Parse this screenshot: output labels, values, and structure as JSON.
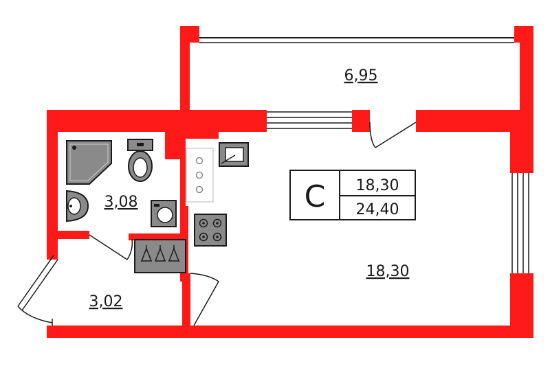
{
  "colors": {
    "wall": "#ff1a1a",
    "line": "#1a1a1a",
    "fixture_fill": "#8a8a8a",
    "fixture_light": "#cfcfcf",
    "background": "#ffffff"
  },
  "rooms": {
    "balcony": "6,95",
    "bathroom": "3,08",
    "hallway": "3,02",
    "main_room": "18,30"
  },
  "summary": {
    "type_letter": "C",
    "living_area": "18,30",
    "total_area": "24,40"
  },
  "fixtures": [
    {
      "name": "shower-tray-icon"
    },
    {
      "name": "toilet-icon"
    },
    {
      "name": "washbasin-icon"
    },
    {
      "name": "washing-machine-icon"
    },
    {
      "name": "kitchen-sink-icon"
    },
    {
      "name": "ventilation-shaft-icon"
    },
    {
      "name": "stove-icon"
    },
    {
      "name": "wardrobe-icon"
    }
  ]
}
